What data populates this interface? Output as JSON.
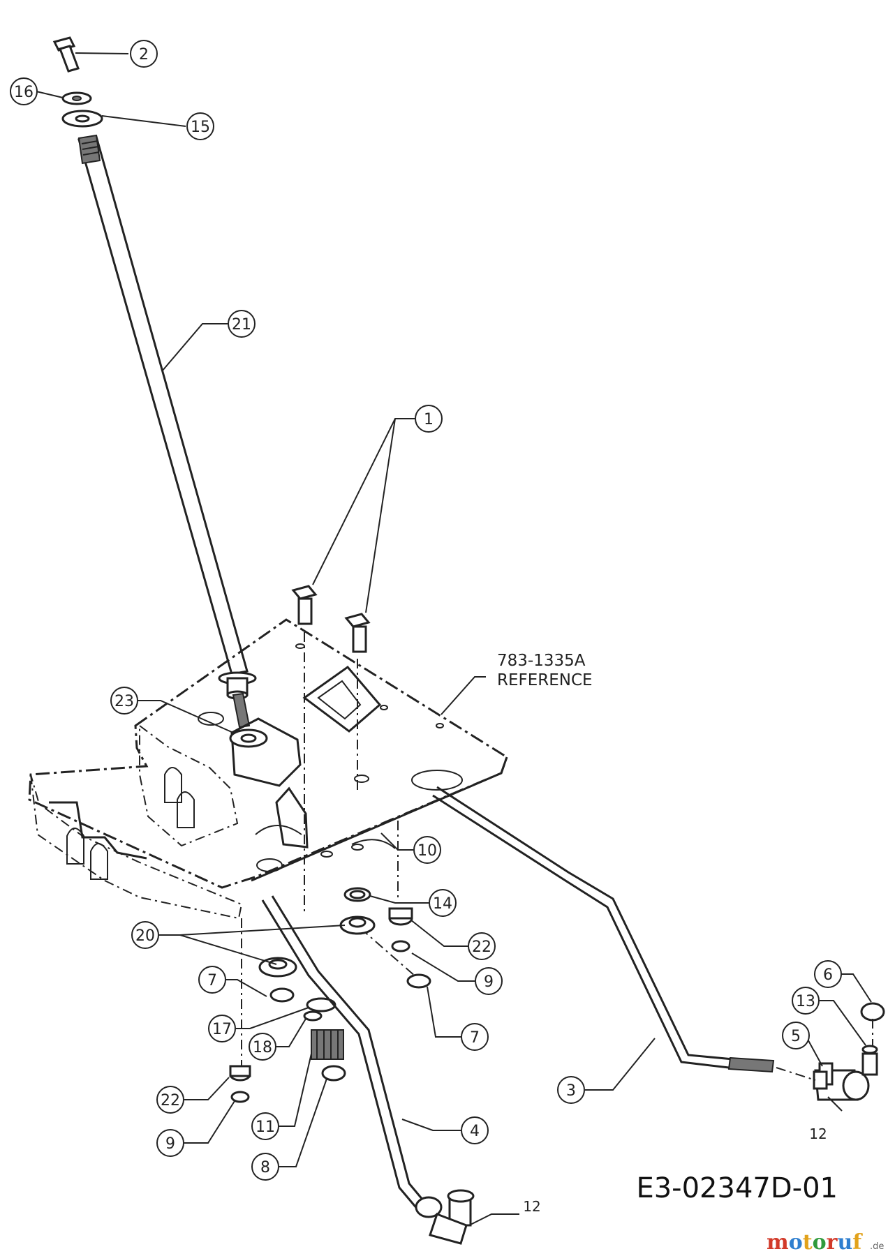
{
  "diagram": {
    "reference_note": {
      "line1": "783-1335A",
      "line2": "REFERENCE"
    },
    "drawing_code": "E3-02347D-01",
    "watermark": {
      "letters": [
        "m",
        "o",
        "t",
        "o",
        "r",
        "u",
        "f"
      ],
      "colors": [
        "#d23a2a",
        "#2f7fcf",
        "#e2a21b",
        "#2f9a3c",
        "#d23a2a",
        "#2f7fcf",
        "#e2a21b"
      ],
      "suffix": ".de"
    },
    "callouts": [
      "2",
      "16",
      "15",
      "21",
      "1",
      "23",
      "10",
      "14",
      "20",
      "22",
      "7",
      "9",
      "7",
      "17",
      "18",
      "22",
      "9",
      "11",
      "8",
      "4",
      "3",
      "6",
      "13",
      "5",
      "12",
      "12"
    ]
  }
}
